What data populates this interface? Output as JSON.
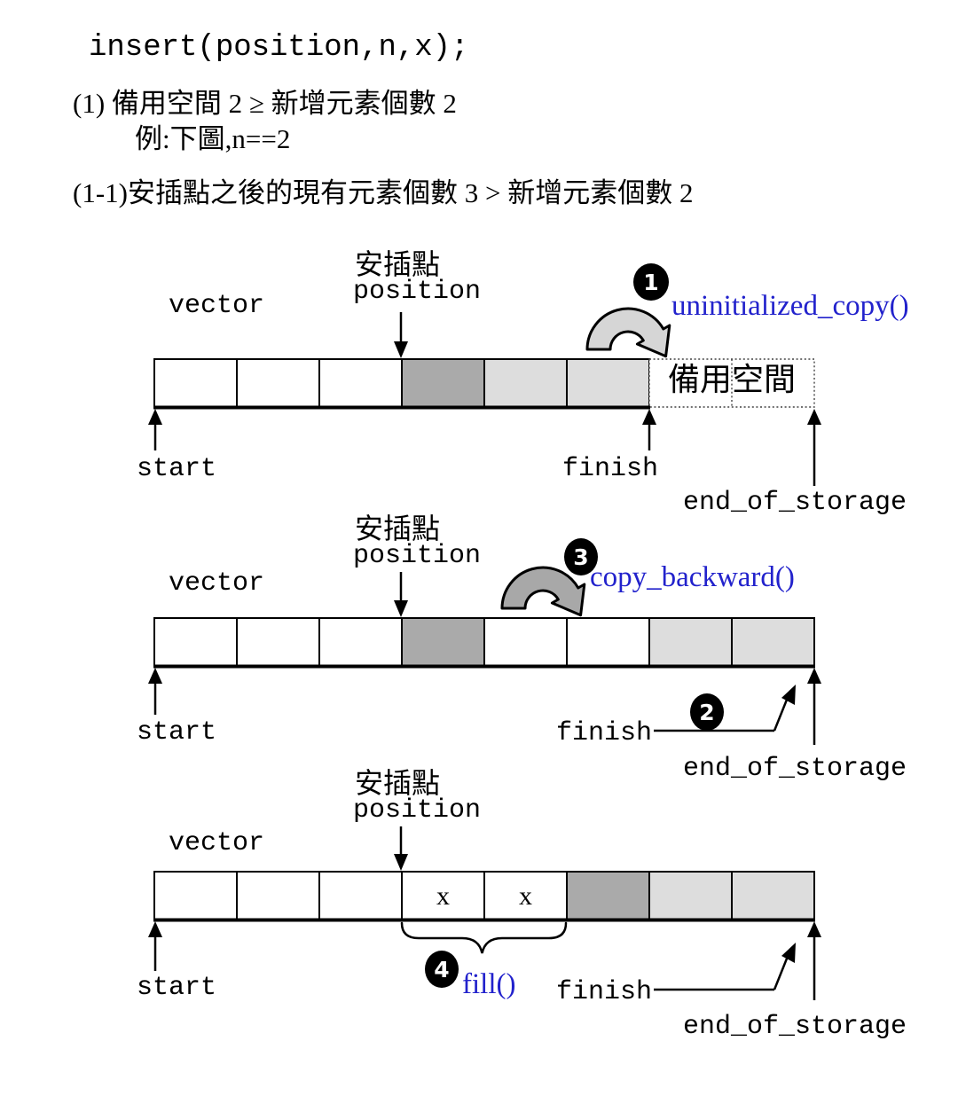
{
  "page": {
    "code": "insert(position,n,x);",
    "case_line1": "(1) 備用空間 2 ≥ 新增元素個數 2",
    "case_line2": "例:下圖,n==2",
    "case_line3": "(1-1)安插點之後的現有元素個數 3 > 新增元素個數 2"
  },
  "labels": {
    "vector": "vector",
    "insert_point": "安插點",
    "position": "position",
    "start": "start",
    "finish": "finish",
    "end_of_storage": "end_of_storage",
    "spare_space": "備用空間",
    "fill_value": "x"
  },
  "steps": {
    "step1": {
      "badge": "1",
      "operation": "uninitialized_copy()"
    },
    "step2": {
      "badge": "2"
    },
    "step3": {
      "badge": "3",
      "operation": "copy_backward()"
    },
    "step4": {
      "badge": "4",
      "operation": "fill()"
    }
  },
  "colors": {
    "operation_text": "#2222cc",
    "cell_dark": "#aaaaaa",
    "cell_light": "#dddddd",
    "curved_arrow_light": "#d6d6d6",
    "curved_arrow_dark": "#a8a8a8",
    "badge_bg": "#000000",
    "badge_text": "#ffffff"
  },
  "diagram_cells": {
    "step1": [
      "white",
      "white",
      "white",
      "dark",
      "light",
      "light",
      "spare",
      "spare"
    ],
    "step2": [
      "white",
      "white",
      "white",
      "dark",
      "white",
      "white",
      "light",
      "light"
    ],
    "step3": [
      "white",
      "white",
      "white",
      "x",
      "x",
      "dark",
      "light",
      "light"
    ]
  }
}
